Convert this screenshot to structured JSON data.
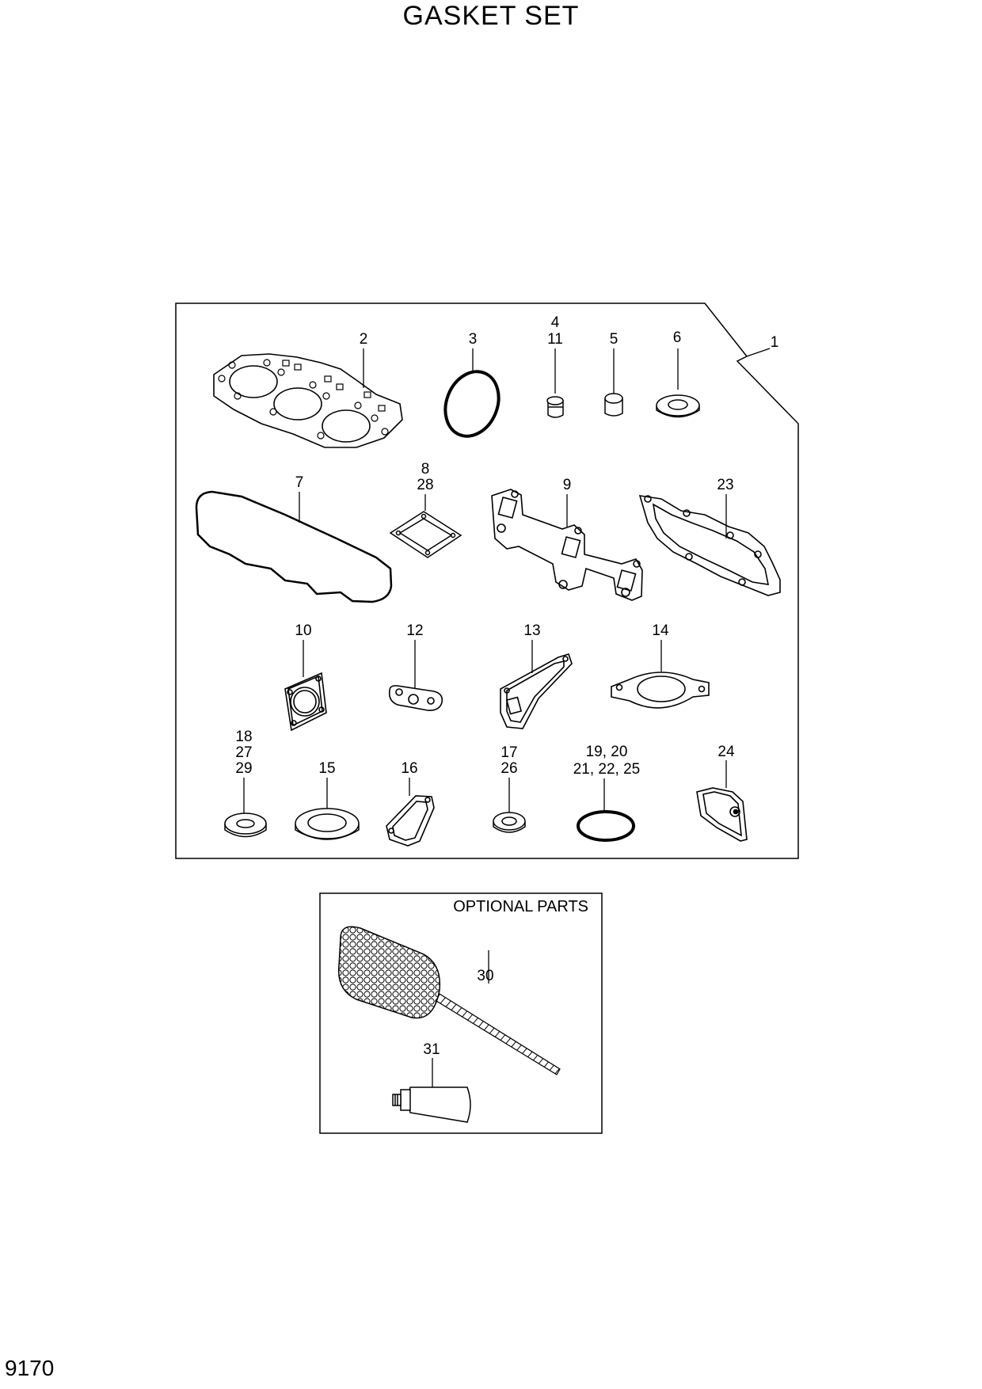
{
  "title": "GASKET SET",
  "page_number": "9170",
  "optional_parts_label": "OPTIONAL PARTS",
  "callouts": {
    "c1": "1",
    "c2": "2",
    "c3": "3",
    "c4": "4",
    "c11": "11",
    "c5": "5",
    "c6": "6",
    "c7": "7",
    "c8": "8",
    "c28": "28",
    "c9": "9",
    "c23": "23",
    "c10": "10",
    "c12": "12",
    "c13": "13",
    "c14": "14",
    "c18": "18",
    "c27": "27",
    "c29": "29",
    "c15": "15",
    "c16": "16",
    "c17": "17",
    "c26": "26",
    "c19_20": "19, 20",
    "c21_22_25": "21, 22, 25",
    "c24": "24",
    "c30": "30",
    "c31": "31"
  }
}
